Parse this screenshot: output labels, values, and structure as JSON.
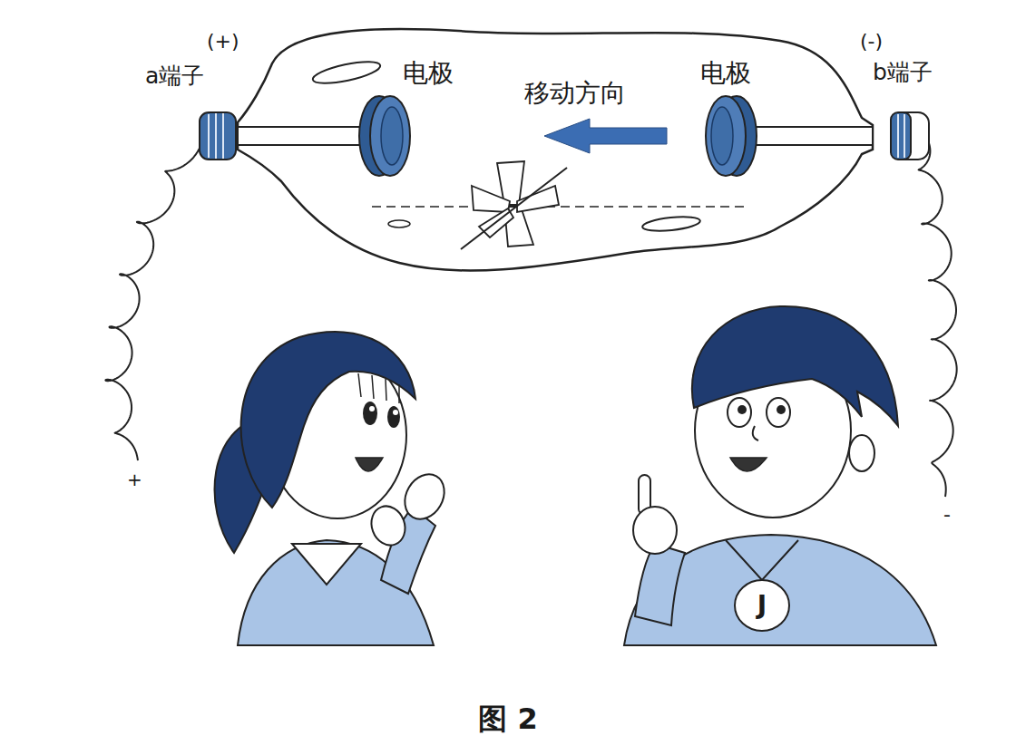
{
  "diagram": {
    "caption": "图 2",
    "labels": [
      "(+)",
      "a端子",
      "电极",
      "移动方向",
      "电极",
      "(-)",
      "b端子",
      "+",
      "-",
      "J"
    ]
  }
}
